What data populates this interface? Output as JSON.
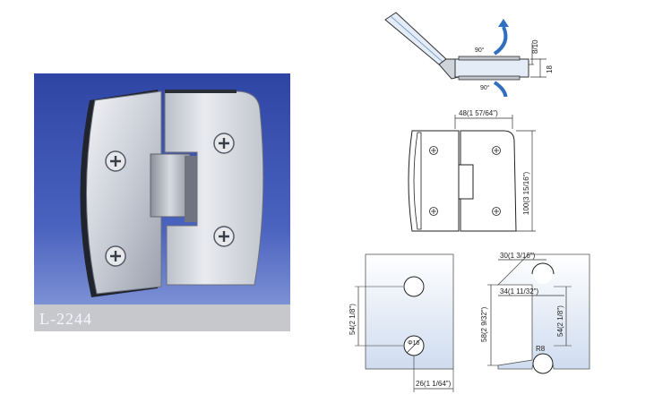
{
  "product": {
    "code": "L-2244"
  },
  "angle_view": {
    "angle_top": "90°",
    "angle_bottom": "90°",
    "dim_thickness": "8/10",
    "dim_height": "18"
  },
  "front_view": {
    "dim_width": "48(1 57/64\")",
    "dim_height": "100(3 15/16\")"
  },
  "cutout_left": {
    "dim_vertical": "54(2 1/8\")",
    "hole_label": "Φ16",
    "dim_bottom": "26(1 1/64\")"
  },
  "cutout_right": {
    "dim_top": "30(1 3/16\")",
    "dim_middle": "34(1 11/32\")",
    "dim_vertical_left": "58(2 9/32\")",
    "dim_vertical_right": "54(2 1/8\")",
    "radius_label": "R8"
  },
  "colors": {
    "photo_background": "#3f55b0",
    "glass": "#e3ecf7",
    "arrow": "#2f6fc0"
  }
}
